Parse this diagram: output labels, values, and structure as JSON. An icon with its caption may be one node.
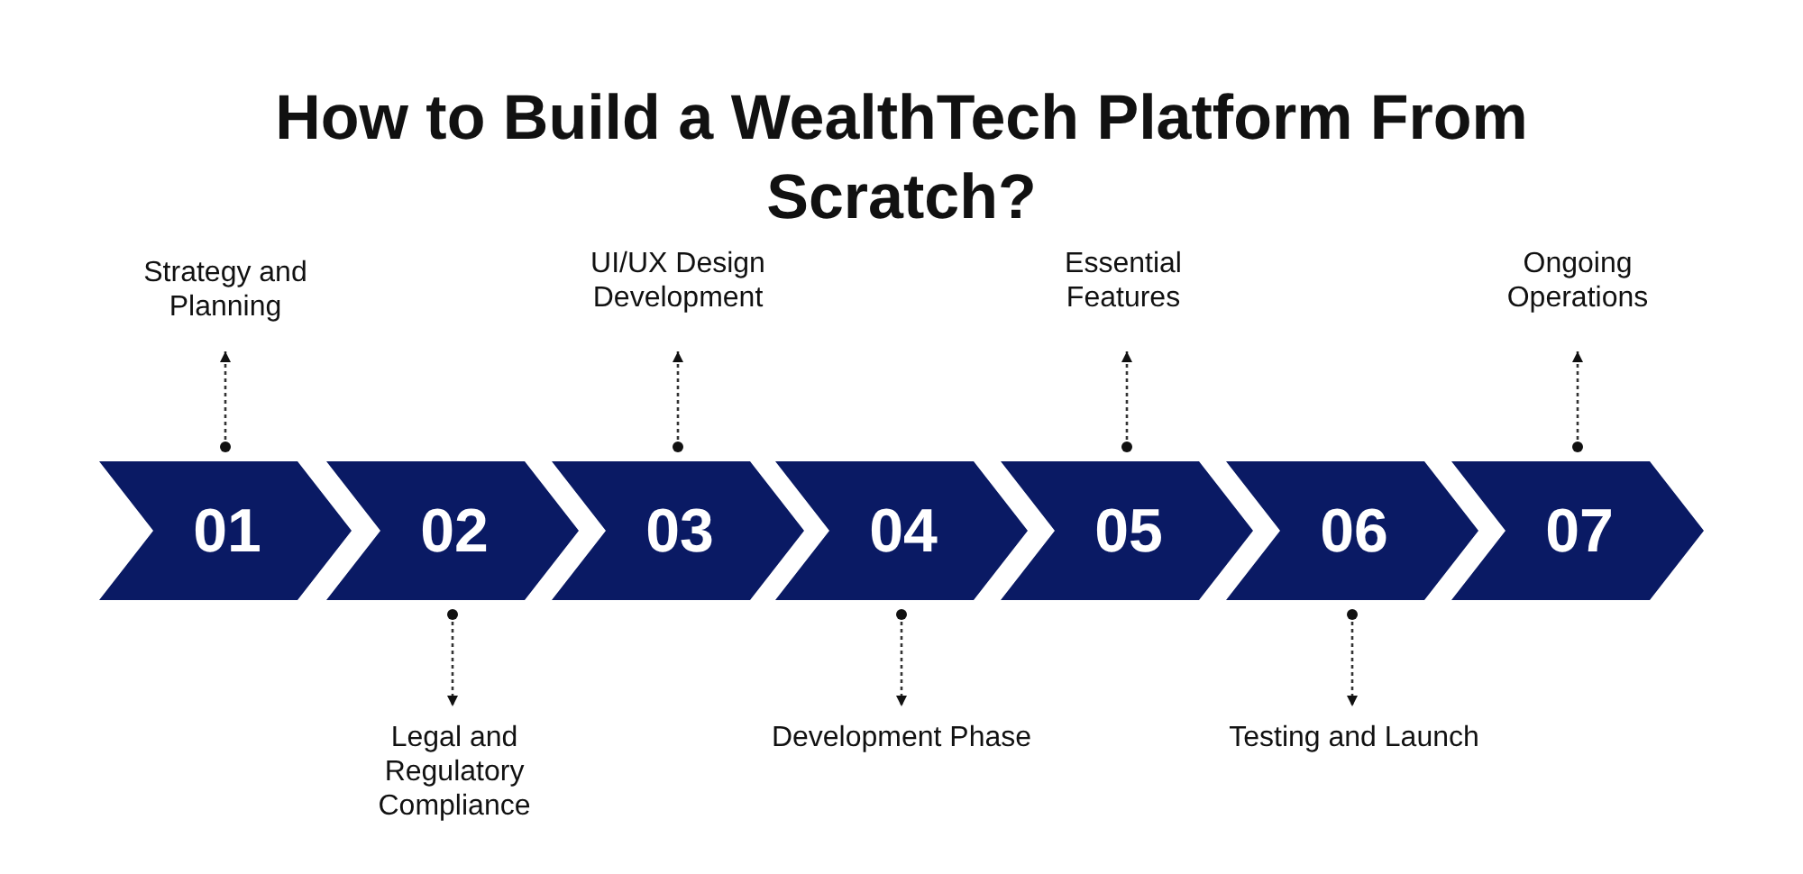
{
  "diagram": {
    "title": "How to Build a WealthTech Platform From Scratch?",
    "nodes": [
      {
        "text": [
          "01"
        ]
      },
      {
        "text": [
          "02"
        ]
      },
      {
        "text": [
          "03"
        ]
      },
      {
        "text": [
          "04"
        ]
      },
      {
        "text": [
          "05"
        ]
      },
      {
        "text": [
          "06"
        ]
      },
      {
        "text": [
          "07"
        ]
      },
      {
        "text": [
          "Strategy and Planning"
        ]
      },
      {
        "text": [
          "Legal and Regulatory Compliance"
        ]
      },
      {
        "text": [
          "UI/UX Design Development"
        ]
      },
      {
        "text": [
          "Development Phase"
        ]
      },
      {
        "text": [
          "Essential Features"
        ]
      },
      {
        "text": [
          "Testing and Launch"
        ]
      },
      {
        "text": [
          "Ongoing Operations"
        ]
      }
    ],
    "edges": [
      {
        "from": 0,
        "to": 7,
        "arrow": "to",
        "style": "dashed"
      },
      {
        "from": 1,
        "to": 8,
        "arrow": "to",
        "style": "dashed"
      },
      {
        "from": 2,
        "to": 9,
        "arrow": "to",
        "style": "dashed"
      },
      {
        "from": 3,
        "to": 10,
        "arrow": "to",
        "style": "dashed"
      },
      {
        "from": 4,
        "to": 11,
        "arrow": "to",
        "style": "dashed"
      },
      {
        "from": 5,
        "to": 12,
        "arrow": "to",
        "style": "dashed"
      },
      {
        "from": 6,
        "to": 13,
        "arrow": "to",
        "style": "dashed"
      }
    ]
  }
}
